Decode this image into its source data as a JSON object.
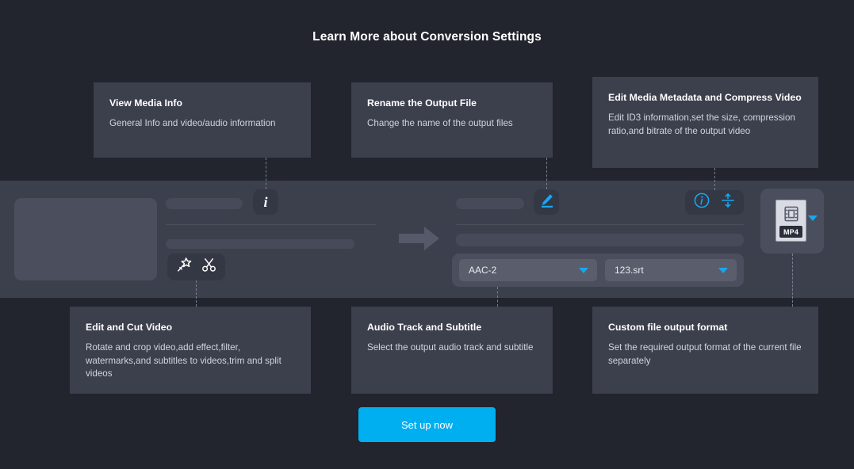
{
  "page": {
    "title": "Learn More about Conversion Settings",
    "background": "#22242e",
    "band_color": "#3c3f4c",
    "accent": "#00aff0"
  },
  "cards": {
    "media_info": {
      "title": "View Media Info",
      "desc": "General Info and video/audio information"
    },
    "rename": {
      "title": "Rename the Output File",
      "desc": "Change the name of the output files"
    },
    "metadata": {
      "title": "Edit Media Metadata and Compress Video",
      "desc": "Edit ID3 information,set the size, compression ratio,and bitrate of the output video"
    },
    "edit_cut": {
      "title": "Edit and Cut Video",
      "desc": "Rotate and crop video,add effect,filter, watermarks,and subtitles to videos,trim and split videos"
    },
    "audio_track": {
      "title": "Audio Track and Subtitle",
      "desc": "Select the output audio track and subtitle"
    },
    "output_format": {
      "title": "Custom file output format",
      "desc": "Set the required output format of the current file separately"
    }
  },
  "mockup": {
    "info_icon_glyph": "i",
    "audio_dropdown": {
      "value": "AAC-2"
    },
    "subtitle_dropdown": {
      "value": "123.srt"
    },
    "format_badge": {
      "label": "MP4"
    }
  },
  "cta": {
    "label": "Set up now"
  }
}
